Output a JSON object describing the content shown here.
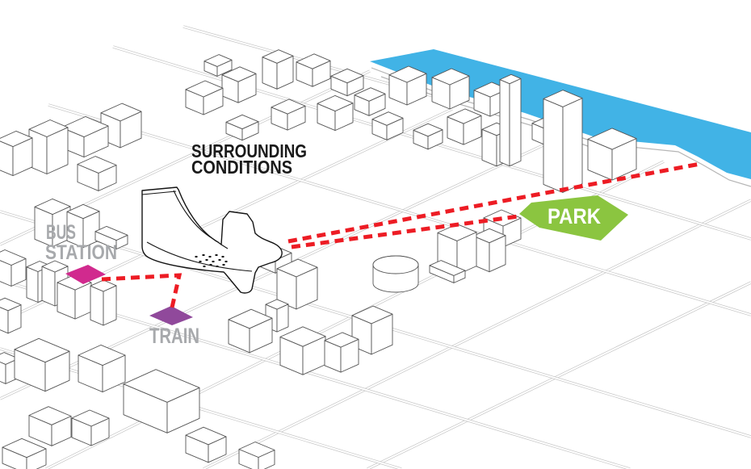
{
  "title": {
    "line1": "SURROUNDING",
    "line2": "CONDITIONS"
  },
  "labels": {
    "bus_station": {
      "line1": "BUS",
      "line2": "STATION"
    },
    "train": "TRAIN",
    "park": "PARK"
  },
  "colors": {
    "river": "#41B3E6",
    "park": "#8BC540",
    "bus_marker": "#D12A8E",
    "train_marker": "#90499B",
    "route": "#ED1C24",
    "label_gray": "#A7A9AC",
    "title_black": "#1A1A1A",
    "road": "#C4C4C4",
    "building_stroke": "#555555",
    "site_stroke": "#141414",
    "background": "#FFFFFF"
  }
}
